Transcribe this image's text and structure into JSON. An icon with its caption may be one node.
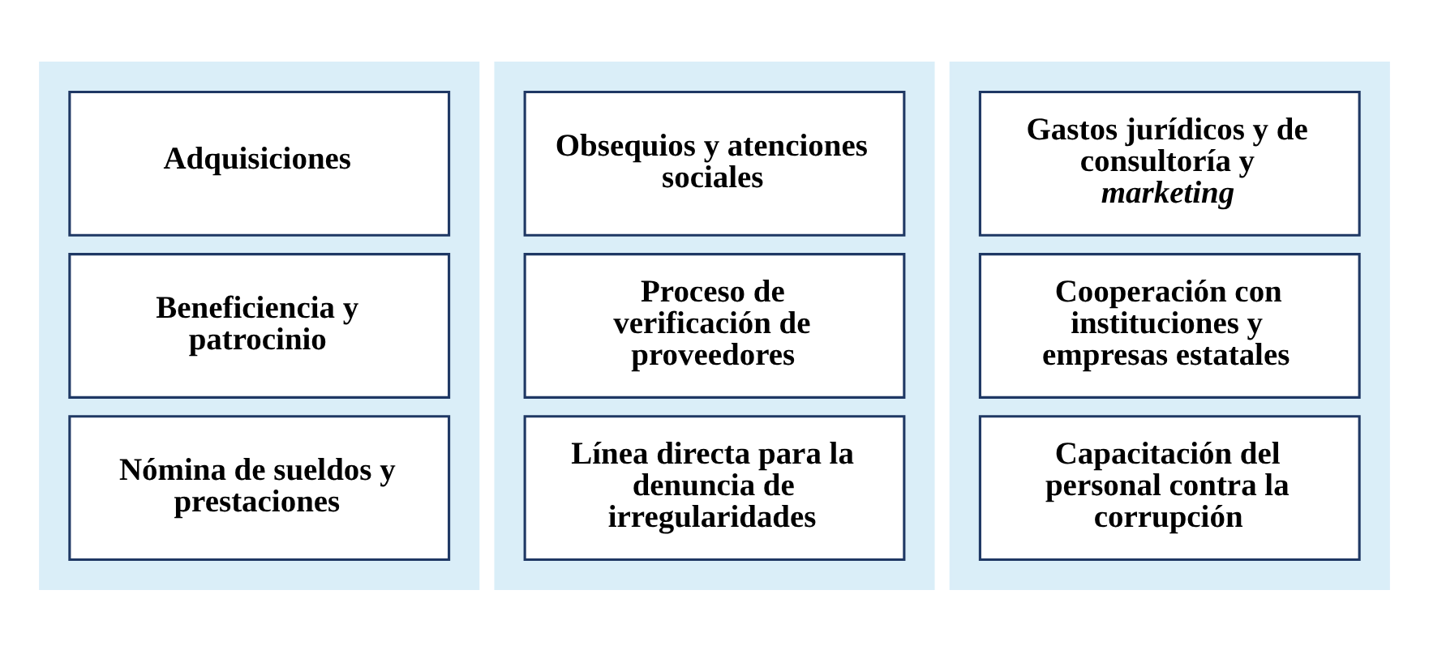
{
  "diagram": {
    "nodes": [
      {
        "text": [],
        "shape": "box"
      },
      {
        "text": [
          "Adquisiciones"
        ],
        "in": 0
      },
      {
        "text": [
          "Beneficiencia y patrocinio"
        ],
        "in": 0
      },
      {
        "text": [
          "Nómina de sueldos y prestaciones"
        ],
        "in": 0
      },
      {
        "text": [],
        "shape": "box"
      },
      {
        "text": [
          "Obsequios y atenciones sociales"
        ],
        "in": 4
      },
      {
        "text": [
          "Proceso de verificación de proveedores"
        ],
        "in": 4
      },
      {
        "text": [
          "Línea directa para la denuncia de irregularidades"
        ],
        "in": 4
      },
      {
        "text": [],
        "shape": "box"
      },
      {
        "text": [
          "Gastos jurídicos y de consultoría y *marketing*"
        ],
        "in": 8
      },
      {
        "text": [
          "Cooperación con instituciones y empresas estatales"
        ],
        "in": 8
      },
      {
        "text": [
          "Capacitación del personal contra la corrupción"
        ],
        "in": 8
      }
    ],
    "edges": []
  }
}
